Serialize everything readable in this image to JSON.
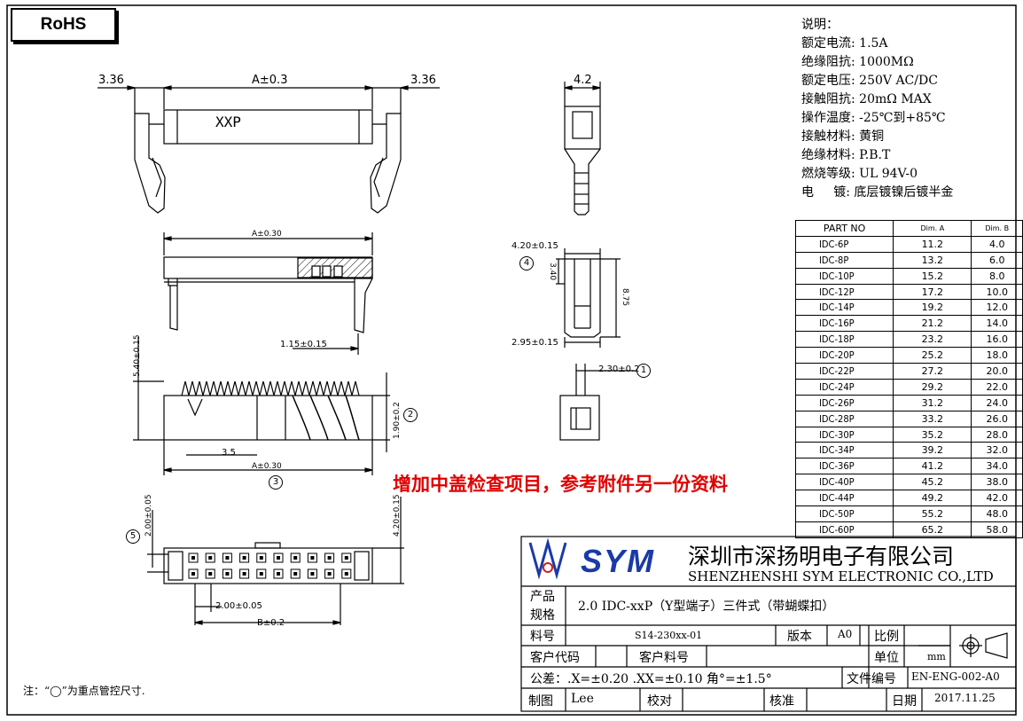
{
  "rohs_label": "RoHS",
  "specs": {
    "title": "说明：",
    "items": [
      "额定电流: 1.5A",
      "绝缘阻抗: 1000MΩ",
      "额定电压: 250V AC/DC",
      "接触阻抗: 20mΩ  MAX",
      "操作温度: -25℃到+85℃",
      "接触材料: 黄铜",
      "绝缘材料: P.B.T",
      "燃烧等级: UL 94V-0",
      "电     镀: 底层镀镍后镀半金"
    ]
  },
  "part_table": {
    "headers": [
      "PART NO",
      "Dim. A",
      "Dim. B"
    ],
    "rows": [
      [
        "IDC-6P",
        "11.2",
        "4.0"
      ],
      [
        "IDC-8P",
        "13.2",
        "6.0"
      ],
      [
        "IDC-10P",
        "15.2",
        "8.0"
      ],
      [
        "IDC-12P",
        "17.2",
        "10.0"
      ],
      [
        "IDC-14P",
        "19.2",
        "12.0"
      ],
      [
        "IDC-16P",
        "21.2",
        "14.0"
      ],
      [
        "IDC-18P",
        "23.2",
        "16.0"
      ],
      [
        "IDC-20P",
        "25.2",
        "18.0"
      ],
      [
        "IDC-22P",
        "27.2",
        "20.0"
      ],
      [
        "IDC-24P",
        "29.2",
        "22.0"
      ],
      [
        "IDC-26P",
        "31.2",
        "24.0"
      ],
      [
        "IDC-28P",
        "33.2",
        "26.0"
      ],
      [
        "IDC-30P",
        "35.2",
        "28.0"
      ],
      [
        "IDC-34P",
        "39.2",
        "32.0"
      ],
      [
        "IDC-36P",
        "41.2",
        "34.0"
      ],
      [
        "IDC-40P",
        "45.2",
        "38.0"
      ],
      [
        "IDC-44P",
        "49.2",
        "42.0"
      ],
      [
        "IDC-50P",
        "55.2",
        "48.0"
      ],
      [
        "IDC-60P",
        "65.2",
        "58.0"
      ]
    ]
  },
  "red_note": "增加中盖检查项目，参考附件另一份资料",
  "company": {
    "logo_text": "SYM",
    "name_cn": "深圳市深扬明电子有限公司",
    "name_en": "SHENZHENSHI SYM ELECTRONIC CO.,LTD"
  },
  "title_block": {
    "product_label_1": "产品",
    "product_label_2": "规格",
    "product_value": "2.0 IDC-xxP（Y型端子）三件式（带蝴蝶扣）",
    "part_no_label": "料号",
    "part_no_value": "S14-230xx-01",
    "version_label": "版本",
    "version_value": "A0",
    "scale_label": "比例",
    "customer_code_label": "客户代码",
    "customer_part_label": "客户料号",
    "unit_label": "单位",
    "unit_value": "mm",
    "tolerance": "公差：.X=±0.20 .XX=±0.10  角°=±1.5°",
    "file_no_label": "文件编号",
    "file_no_value": "EN-ENG-002-A0",
    "drawn_label": "制图",
    "drawn_value": "Lee",
    "check_label": "校对",
    "approve_label": "核准",
    "date_label": "日期",
    "date_value": "2017.11.25"
  },
  "footnote": "注：“◯”为重点管控尺寸.",
  "dims": {
    "top_left": "3.36",
    "top_mid": "A±0.3",
    "top_right": "3.36",
    "xxp": "XXP",
    "side_w": "4.2",
    "a030_1": "A±0.30",
    "d115": "1.15±0.15",
    "d420": "4.20±0.15",
    "d340": "3.40",
    "d875": "8.75",
    "d295": "2.95±0.15",
    "d230": "2.30±0.2",
    "d540": "5.40±0.15",
    "d190": "1.90±0.2",
    "d35": "3.5",
    "a030_2": "A±0.30",
    "d200v": "2.00±0.05",
    "d420v": "4.20±0.15",
    "d200h": "2.00±0.05",
    "b02": "B±0.2",
    "c1": "1",
    "c2": "2",
    "c3": "3",
    "c4": "4",
    "c5": "5"
  }
}
